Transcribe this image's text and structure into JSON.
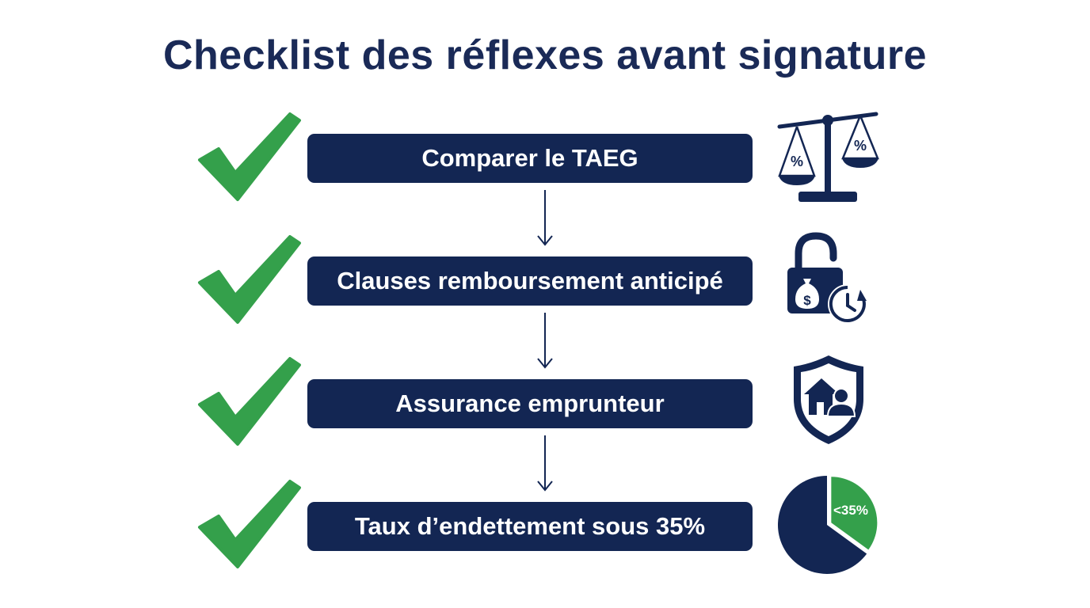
{
  "title": "Checklist des réflexes avant signature",
  "colors": {
    "navy": "#132653",
    "green": "#34a04b",
    "white": "#ffffff"
  },
  "steps": [
    {
      "label": "Comparer le TAEG",
      "icon": "scale-percent-icon",
      "checked": true
    },
    {
      "label": "Clauses remboursement anticipé",
      "icon": "unlocked-padlock-money-clock-icon",
      "checked": true
    },
    {
      "label": "Assurance emprunteur",
      "icon": "shield-house-person-icon",
      "checked": true
    },
    {
      "label": "Taux d’endettement sous 35%",
      "icon": "pie-chart-icon",
      "checked": true
    }
  ],
  "icon_labels": {
    "scale_left": "%",
    "scale_right": "%",
    "money_bag": "$"
  },
  "pie": {
    "label": "<35%",
    "share": 0.35
  }
}
